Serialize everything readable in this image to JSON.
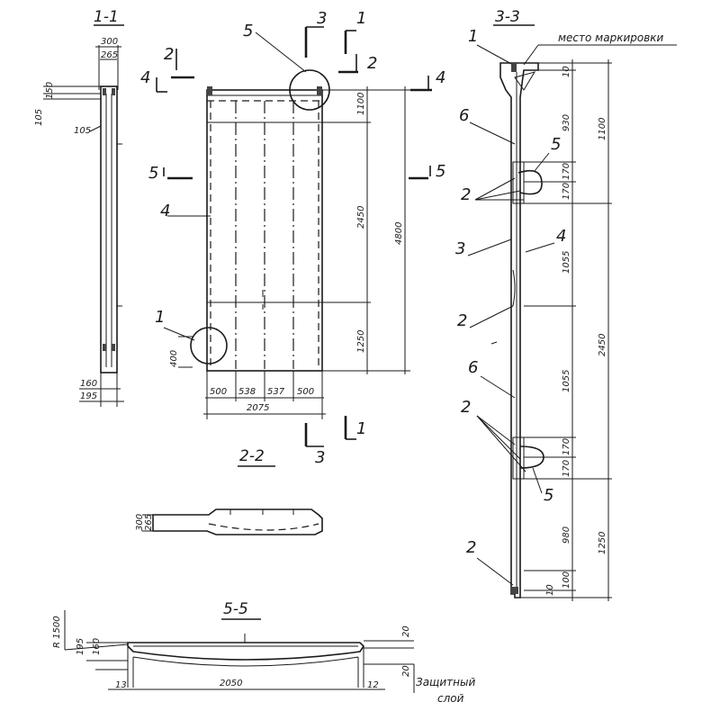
{
  "sections": {
    "s11": "1-1",
    "s22": "2-2",
    "s33": "3-3",
    "s55": "5-5"
  },
  "callouts": {
    "c1": "1",
    "c2": "2",
    "c3": "3",
    "c4": "4",
    "c5": "5",
    "c6": "6"
  },
  "notes": {
    "marking": "место маркировки",
    "protective_1": "Защитный",
    "protective_2": "слой"
  },
  "dims_11": {
    "w300": "300",
    "w265": "265",
    "h105": "105",
    "h150": "150",
    "d105": "105",
    "b160": "160",
    "b195": "195"
  },
  "dims_front": {
    "d1100": "1100",
    "d2450": "2450",
    "d1250": "1250",
    "d4800": "4800",
    "d400": "400",
    "b500a": "500",
    "b538": "538",
    "b537": "537",
    "b500b": "500",
    "total": "2075"
  },
  "dims_22": {
    "d300": "300",
    "d265": "265"
  },
  "dims_33": {
    "t10": "10",
    "t930": "930",
    "t170a": "170",
    "t170b": "170",
    "t1100": "1100",
    "t1055a": "1055",
    "t2450": "2450",
    "t1055b": "1055",
    "t170c": "170",
    "t170d": "170",
    "t980": "980",
    "t1250": "1250",
    "t100": "100",
    "t10b": "10"
  },
  "dims_55": {
    "r1500": "R 1500",
    "d195": "195",
    "d160": "160",
    "d20a": "20",
    "d20b": "20",
    "d13": "13",
    "d2050": "2050",
    "d12": "12"
  }
}
